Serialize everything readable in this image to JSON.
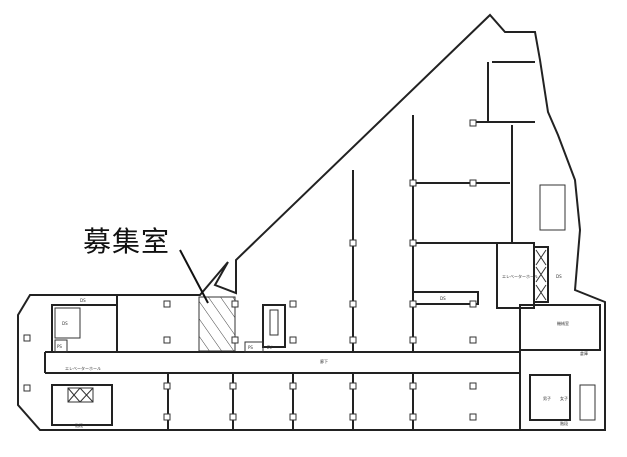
{
  "floorplan": {
    "callout_label": "募集室",
    "room_labels": {
      "ds_top_left": "DS",
      "ds_left": "DS",
      "ps_left": "PS",
      "ev_hall_left": "エレベーターホール",
      "corridor": "廊下",
      "stair_left": "階段",
      "ps_center": "PS",
      "ev_center": "EV",
      "ev_hall_right": "エレベーターホール",
      "ds_right": "DS",
      "ds_center": "DS",
      "machine_room": "機械室",
      "storage": "倉庫",
      "toilet_m": "男子",
      "toilet_f": "女子",
      "stair_right": "階段"
    },
    "colors": {
      "line": "#222222",
      "background": "#ffffff",
      "hatch": "#444444"
    }
  }
}
